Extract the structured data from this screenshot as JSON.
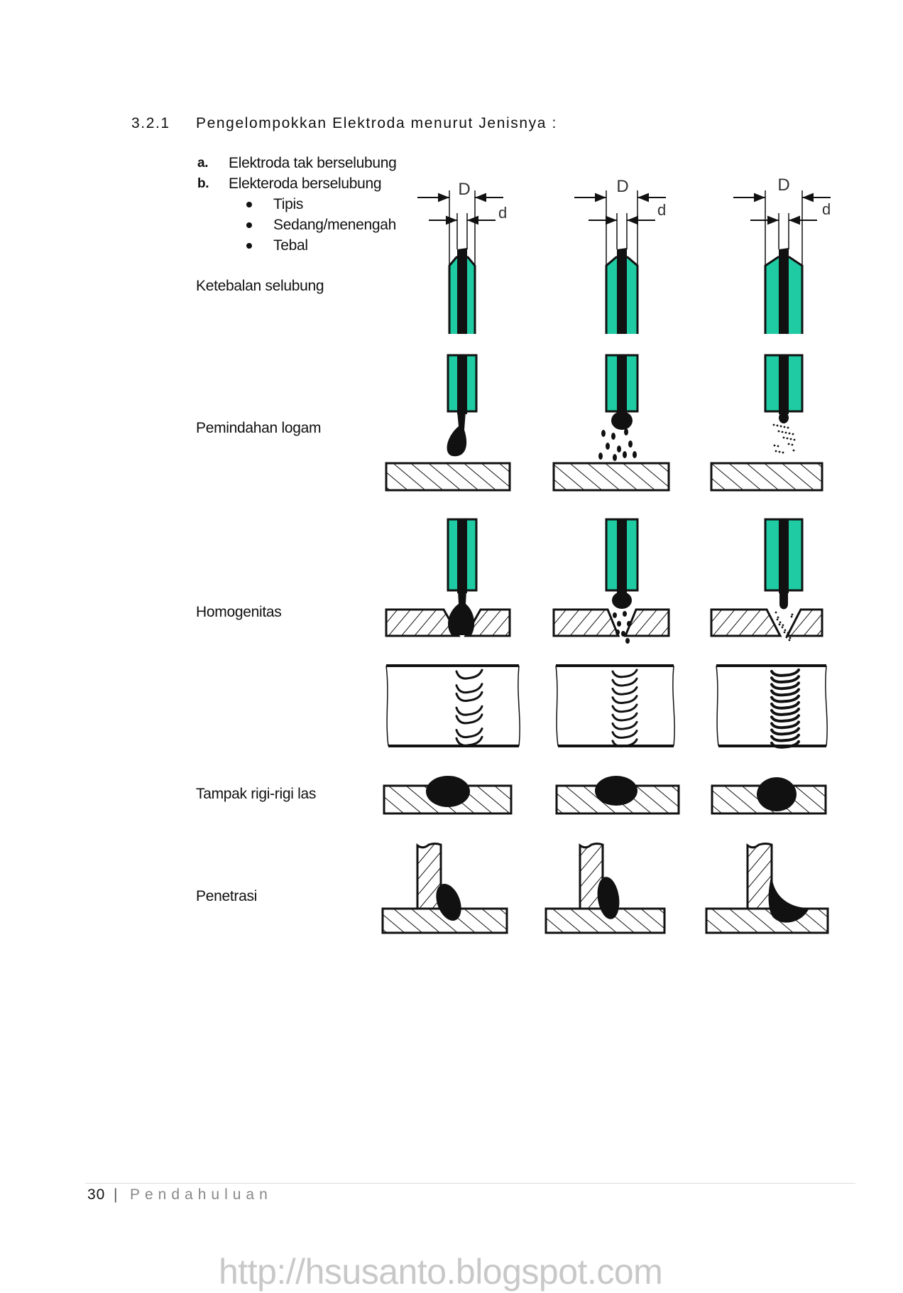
{
  "section": {
    "number": "3.2.1",
    "title": "Pengelompokkan Elektroda menurut Jenisnya :"
  },
  "list": [
    {
      "marker": "a.",
      "label": "Elektroda tak berselubung"
    },
    {
      "marker": "b.",
      "label": "Elekteroda berselubung"
    }
  ],
  "sublist": [
    "Tipis",
    "Sedang/menengah",
    "Tebal"
  ],
  "rows": [
    "Ketebalan selubung",
    "Pemindahan logam",
    "Homogenitas",
    "Tampak rigi-rigi las",
    "Penetrasi"
  ],
  "figure_labels": {
    "outer_diameter": "D",
    "core_diameter": "d"
  },
  "colors": {
    "coating": "#1ecba2",
    "ink": "#111111"
  },
  "footer": {
    "page": "30",
    "separator": "|",
    "chapter": "Pendahuluan"
  },
  "watermark": "http://hsusanto.blogspot.com"
}
